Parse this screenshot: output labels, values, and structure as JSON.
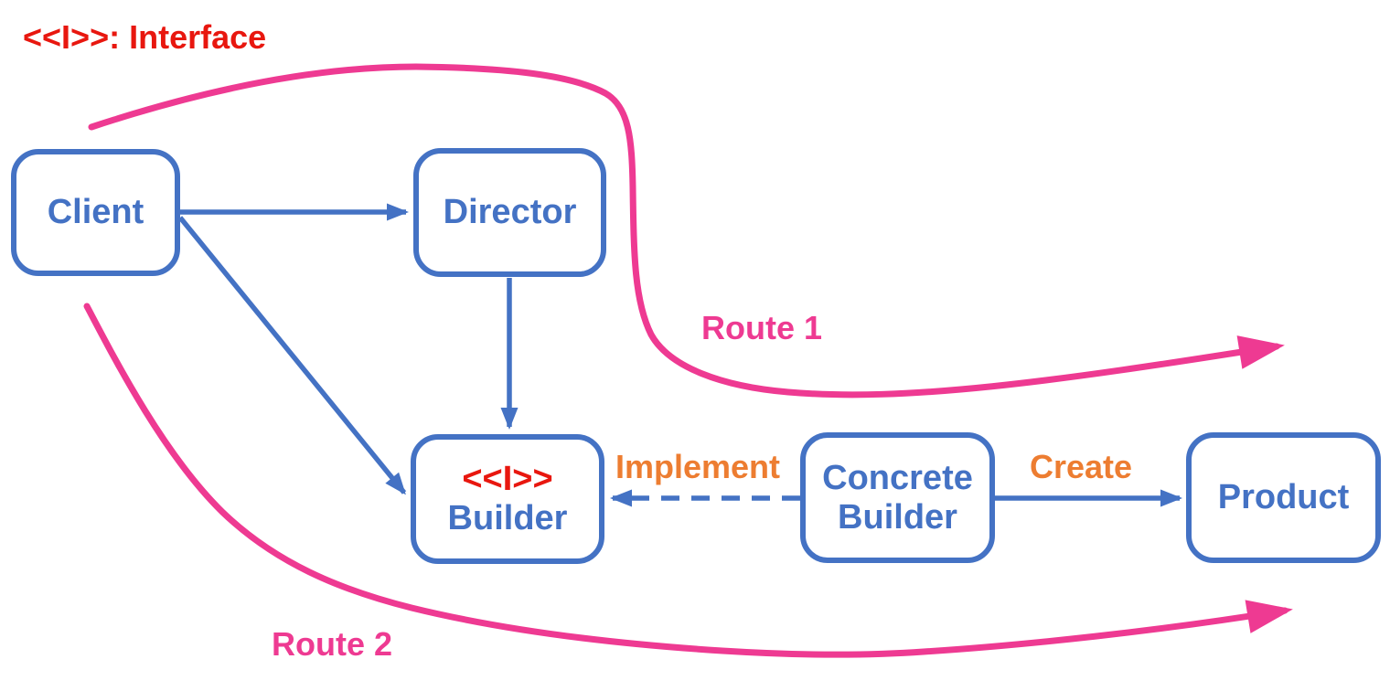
{
  "legend": {
    "interface_note": "<<I>>: Interface"
  },
  "nodes": {
    "client": {
      "label": "Client"
    },
    "director": {
      "label": "Director"
    },
    "builder": {
      "stereotype": "<<I>>",
      "label": "Builder"
    },
    "concrete_builder": {
      "label": "Concrete Builder"
    },
    "product": {
      "label": "Product"
    }
  },
  "edge_labels": {
    "implement": "Implement",
    "create": "Create"
  },
  "route_labels": {
    "route1": "Route 1",
    "route2": "Route 2"
  },
  "colors": {
    "blue": "#4472c4",
    "pink": "#ee3a92",
    "red": "#e8170f",
    "orange": "#ed7d31"
  }
}
